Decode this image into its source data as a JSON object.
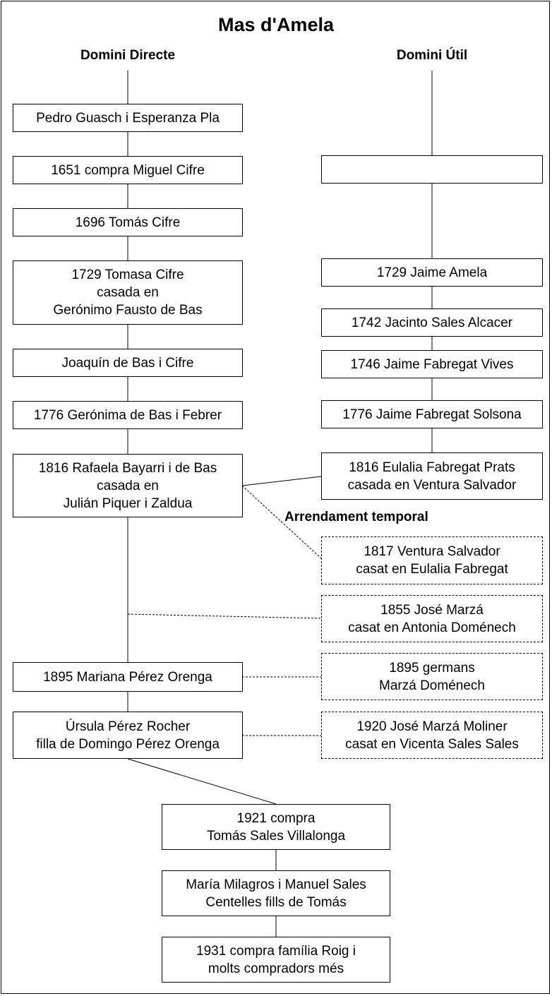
{
  "title": "Mas d'Amela",
  "headers": {
    "left": "Domini Directe",
    "right": "Domini Útil"
  },
  "note": "Arrendament temporal",
  "boxes": {
    "d1": [
      "Pedro Guasch i Esperanza Pla"
    ],
    "d2": [
      "1651 compra Miguel Cifre"
    ],
    "d3": [
      "1696 Tomás Cifre"
    ],
    "d4": [
      "1729 Tomasa Cifre",
      "casada en",
      "Gerónimo Fausto de Bas"
    ],
    "d5": [
      "Joaquín de Bas i Cifre"
    ],
    "d6": [
      "1776 Gerónima de Bas i Febrer"
    ],
    "d7": [
      "1816 Rafaela Bayarri i de Bas",
      "casada en",
      "Julián Piquer i Zaldua"
    ],
    "d8": [
      "1895 Mariana Pérez Orenga"
    ],
    "d9": [
      "Úrsula Pérez Rocher",
      "filla de Domingo Pérez Orenga"
    ],
    "u1": [],
    "u2": [
      "1729 Jaime Amela"
    ],
    "u3": [
      "1742 Jacinto Sales Alcacer"
    ],
    "u4": [
      "1746 Jaime Fabregat Vives"
    ],
    "u5": [
      "1776 Jaime Fabregat Solsona"
    ],
    "u6": [
      "1816 Eulalia Fabregat Prats",
      "casada en Ventura Salvador"
    ],
    "a1": [
      "1817 Ventura Salvador",
      "casat en Eulalia Fabregat"
    ],
    "a2": [
      "1855 José Marzá",
      "casat en Antonia Doménech"
    ],
    "a3": [
      "1895 germans",
      "Marzá Doménech"
    ],
    "a4": [
      "1920 José Marzá Moliner",
      "casat en Vicenta Sales Sales"
    ],
    "b1": [
      "1921 compra",
      "Tomás Sales Villalonga"
    ],
    "b2": [
      "María Milagros i Manuel Sales",
      "Centelles fills de Tomás"
    ],
    "b3": [
      "1931 compra família Roig i",
      "molts compradors més"
    ]
  }
}
